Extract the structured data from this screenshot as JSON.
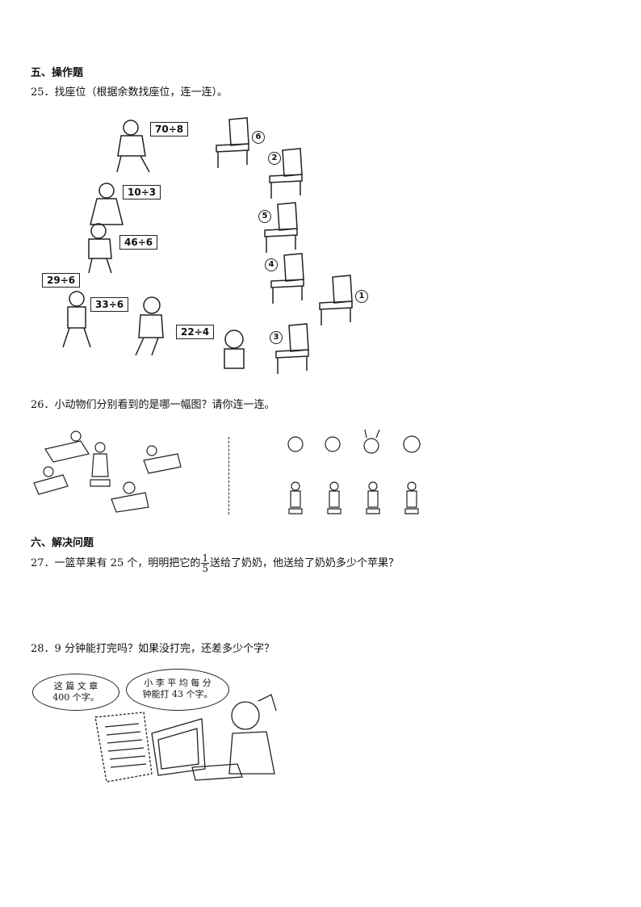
{
  "section5": {
    "title": "五、操作题"
  },
  "q25": {
    "text": "25．找座位（根据余数找座位，连一连）。",
    "kids": [
      "70÷8",
      "10÷3",
      "46÷6",
      "29÷6",
      "33÷6",
      "22÷4"
    ],
    "chairs": [
      "⑥",
      "②",
      "⑤",
      "④",
      "①",
      "③"
    ]
  },
  "q26": {
    "text": "26．小动物们分别看到的是哪一幅图？请你连一连。"
  },
  "section6": {
    "title": "六、解决问题"
  },
  "q27": {
    "prefix": "27．一篮苹果有 25 个，明明把它的",
    "frac_num": "1",
    "frac_den": "5",
    "suffix": "送给了奶奶，他送给了奶奶多少个苹果？"
  },
  "q28": {
    "text": "28．9 分钟能打完吗？如果没打完，还差多少个字？",
    "bubble_left": [
      "这 篇 文 章",
      "400 个字。"
    ],
    "bubble_right": [
      "小 李 平 均 每 分",
      "钟能打 43 个字。"
    ]
  },
  "colors": {
    "ink": "#111111",
    "paper": "#ffffff"
  }
}
